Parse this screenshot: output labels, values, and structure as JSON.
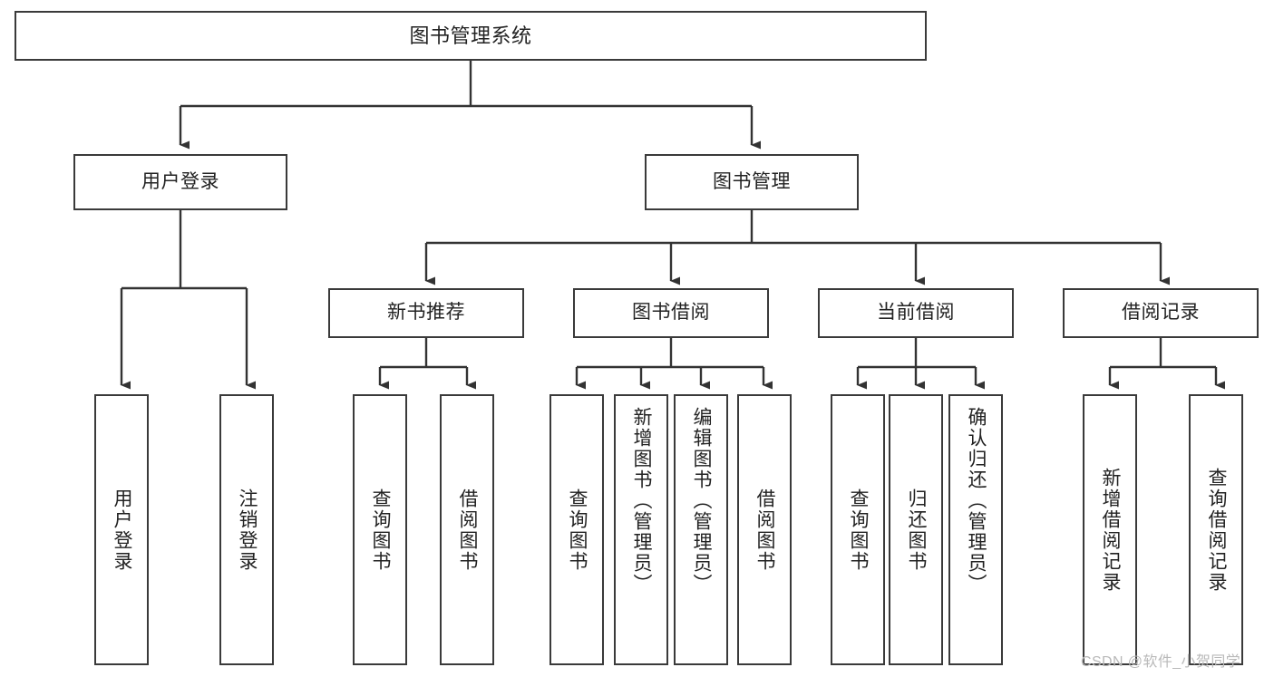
{
  "diagram": {
    "type": "tree",
    "title": "图书管理系统",
    "watermark": "CSDN @软件_小贺同学",
    "colors": {
      "box_border": "#3a3a3a",
      "box_fill": "#ffffff",
      "connector": "#333333",
      "text": "#222222",
      "watermark": "#b9b9b9"
    },
    "nodes": {
      "root": {
        "label": "图书管理系统",
        "level": 1
      },
      "l2": [
        {
          "label": "用户登录",
          "level": 2
        },
        {
          "label": "图书管理",
          "level": 2
        }
      ],
      "l3": [
        {
          "label": "新书推荐",
          "level": 3
        },
        {
          "label": "图书借阅",
          "level": 3
        },
        {
          "label": "当前借阅",
          "level": 3
        },
        {
          "label": "借阅记录",
          "level": 3
        }
      ],
      "leaves": {
        "user_login": [
          {
            "label": "用户登录"
          },
          {
            "label": "注销登录"
          }
        ],
        "new_book": [
          {
            "label": "查询图书"
          },
          {
            "label": "借阅图书"
          }
        ],
        "book_borrow": [
          {
            "label": "查询图书"
          },
          {
            "label": "新增图书（管理员）"
          },
          {
            "label": "编辑图书（管理员）"
          },
          {
            "label": "借阅图书"
          }
        ],
        "current_borrow": [
          {
            "label": "查询图书"
          },
          {
            "label": "归还图书"
          },
          {
            "label": "确认归还（管理员）"
          }
        ],
        "borrow_record": [
          {
            "label": "新增借阅记录"
          },
          {
            "label": "查询借阅记录"
          }
        ]
      }
    }
  }
}
